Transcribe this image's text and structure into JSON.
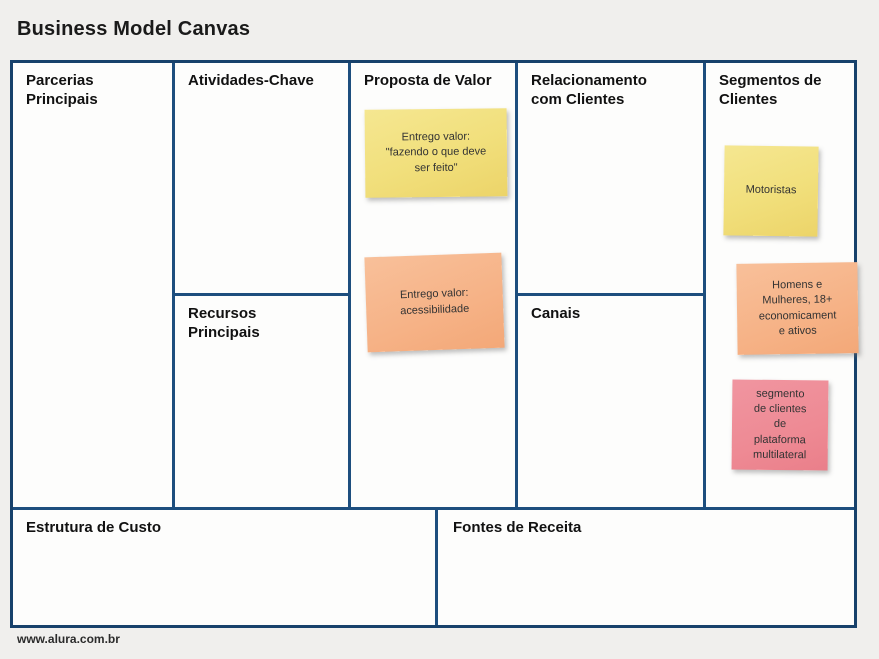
{
  "page": {
    "title": "Business Model Canvas",
    "footer": "www.alura.com.br"
  },
  "canvas": {
    "sections": {
      "parcerias": {
        "label": "Parcerias\nPrincipais"
      },
      "atividades": {
        "label": "Atividades-Chave"
      },
      "recursos": {
        "label": "Recursos\nPrincipais"
      },
      "proposta": {
        "label": "Proposta de Valor"
      },
      "relacionamento": {
        "label": "Relacionamento\ncom Clientes"
      },
      "canais": {
        "label": "Canais"
      },
      "segmentos": {
        "label": "Segmentos de\nClientes"
      },
      "custo": {
        "label": "Estrutura de Custo"
      },
      "receita": {
        "label": "Fontes de Receita"
      }
    },
    "notes": {
      "entrego_fazendo": {
        "text": "Entrego valor:\n\"fazendo o que deve\nser feito\"",
        "color": "#f1df7b"
      },
      "entrego_acessibilidade": {
        "text": "Entrego valor:\nacessibilidade",
        "color": "#f6b286"
      },
      "motoristas": {
        "text": "Motoristas",
        "color": "#f1df7b"
      },
      "homens_mulheres": {
        "text": "Homens e\nMulheres, 18+\neconomicament\ne ativos",
        "color": "#f6b286"
      },
      "segmento_plataforma": {
        "text": "segmento\nde clientes\nde\nplataforma\nmultilateral",
        "color": "#ee8a94"
      }
    },
    "colors": {
      "border": "#17416b",
      "inner_lines": "#1d4e7e",
      "canvas_background": "#fdfdfc",
      "page_background": "#f0efed"
    }
  }
}
